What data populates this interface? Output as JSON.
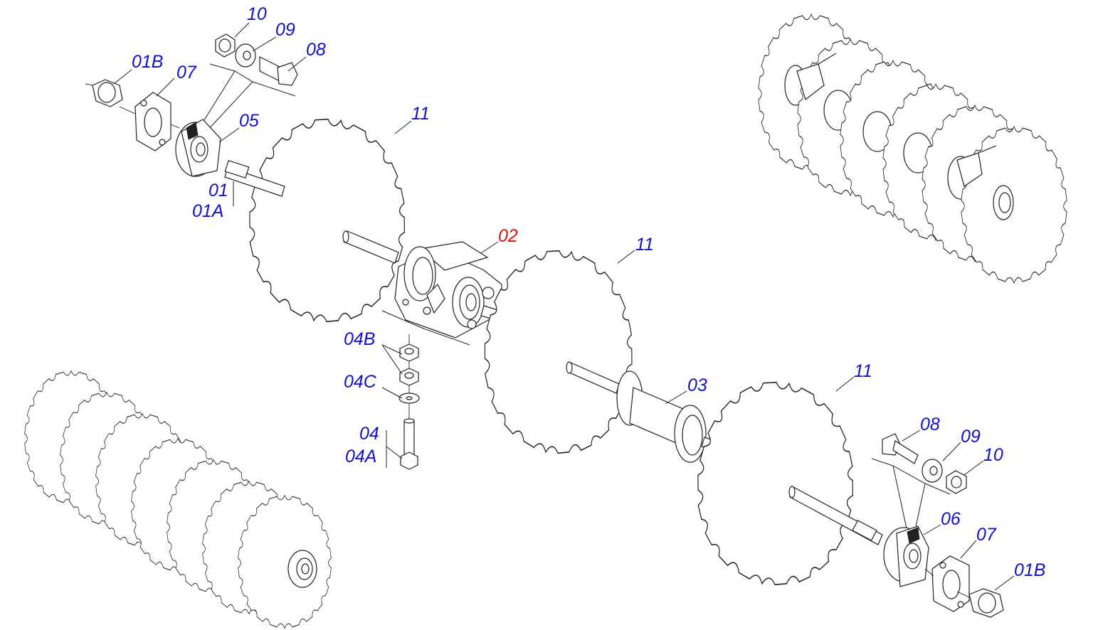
{
  "labels": {
    "p10_top": "10",
    "p09_top": "09",
    "p08_top": "08",
    "p01b_top": "01B",
    "p07_top": "07",
    "p05": "05",
    "p11_a": "11",
    "p01": "01",
    "p01a": "01A",
    "p02": "02",
    "p11_b": "11",
    "p04b": "04B",
    "p04c": "04C",
    "p04": "04",
    "p04a": "04A",
    "p03": "03",
    "p11_c": "11",
    "p08_bot": "08",
    "p09_bot": "09",
    "p10_bot": "10",
    "p06": "06",
    "p07_bot": "07",
    "p01b_bot": "01B"
  },
  "colors": {
    "label": "#1010d0",
    "highlight": "#e01010",
    "line": "#222222"
  }
}
